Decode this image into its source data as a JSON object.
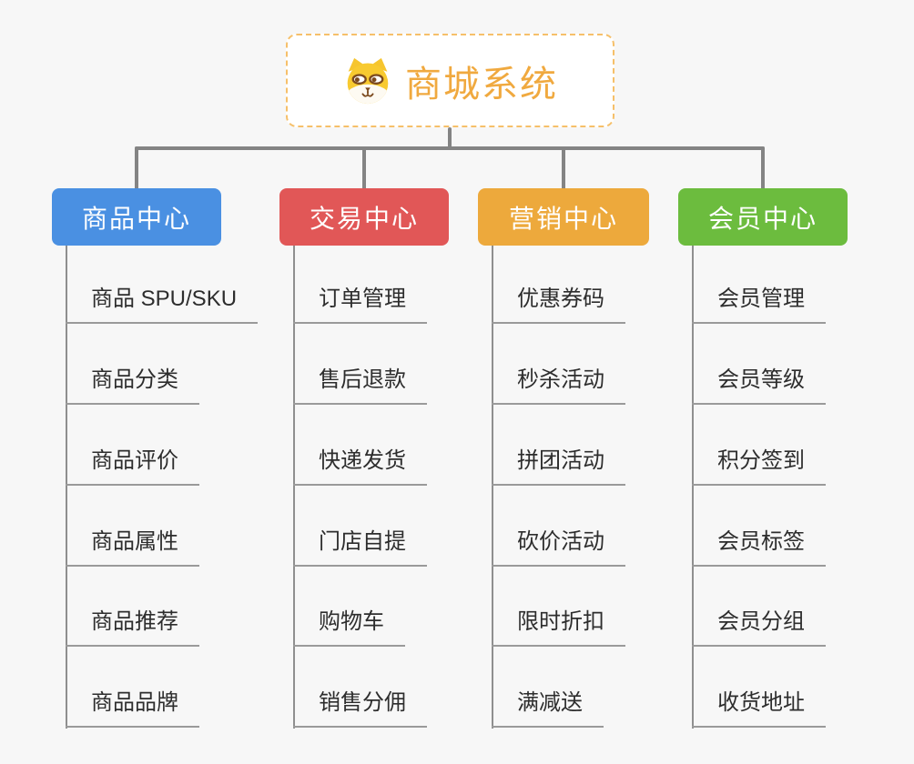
{
  "root": {
    "title": "商城系统",
    "icon": "dog-face-icon",
    "text_color": "#f0a93f",
    "border_color": "#f6c06a"
  },
  "branches": [
    {
      "label": "商品中心",
      "color": "#4a90e2",
      "items": [
        "商品 SPU/SKU",
        "商品分类",
        "商品评价",
        "商品属性",
        "商品推荐",
        "商品品牌"
      ]
    },
    {
      "label": "交易中心",
      "color": "#e15757",
      "items": [
        "订单管理",
        "售后退款",
        "快递发货",
        "门店自提",
        "购物车",
        "销售分佣"
      ]
    },
    {
      "label": "营销中心",
      "color": "#eda93c",
      "items": [
        "优惠券码",
        "秒杀活动",
        "拼团活动",
        "砍价活动",
        "限时折扣",
        "满减送"
      ]
    },
    {
      "label": "会员中心",
      "color": "#6cbc3e",
      "items": [
        "会员管理",
        "会员等级",
        "积分签到",
        "会员标签",
        "会员分组",
        "收货地址"
      ]
    }
  ],
  "colors": {
    "background": "#f7f7f7",
    "connector": "#848484",
    "underline": "#9a9a9a",
    "item_text": "#2d2d2d"
  }
}
